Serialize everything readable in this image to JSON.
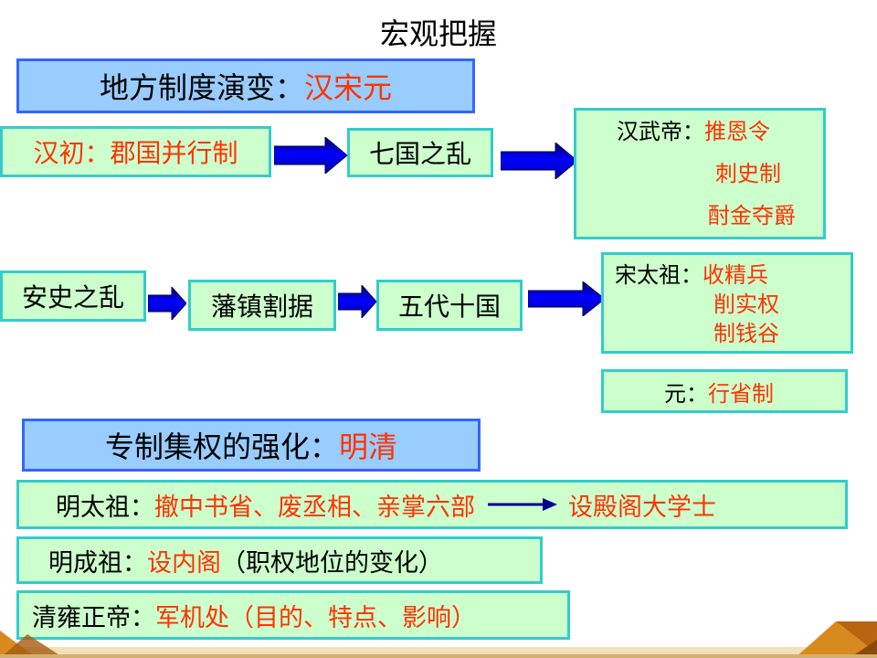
{
  "title": "宏观把握",
  "section1": {
    "label": "地方制度演变：",
    "highlight": "汉宋元"
  },
  "row1": {
    "han_chu_label": "汉初：",
    "han_chu_value": "郡国并行制",
    "qiguo": "七国之乱",
    "wudi_label": "汉武帝：",
    "wudi_items": [
      "推恩令",
      "刺史制",
      "酎金夺爵"
    ]
  },
  "row2": {
    "anshi": "安史之乱",
    "fanzhen": "藩镇割据",
    "wudai": "五代十国",
    "songtaizu_label": "宋太祖：",
    "songtaizu_items": [
      "收精兵",
      "削实权",
      "制钱谷"
    ],
    "yuan_label": "元：",
    "yuan_value": "行省制"
  },
  "section2": {
    "label": "专制集权的强化：",
    "highlight": "明清"
  },
  "ming_taizu": {
    "label": "明太祖：",
    "value": "撤中书省、废丞相、亲掌六部",
    "result": "设殿阁大学士"
  },
  "ming_chengzu": {
    "label": "明成祖：",
    "value": "设内阁",
    "note": "（职权地位的变化）"
  },
  "qing_yongzheng": {
    "label": "清雍正帝：",
    "value": "军机处（目的、特点、影响）"
  },
  "colors": {
    "box_fill": "#ccffcc",
    "box_border": "#33cccc",
    "header_fill": "#99ccff",
    "header_border": "#3366ff",
    "accent_red": "#ff3300",
    "arrow_blue": "#0000ff"
  }
}
